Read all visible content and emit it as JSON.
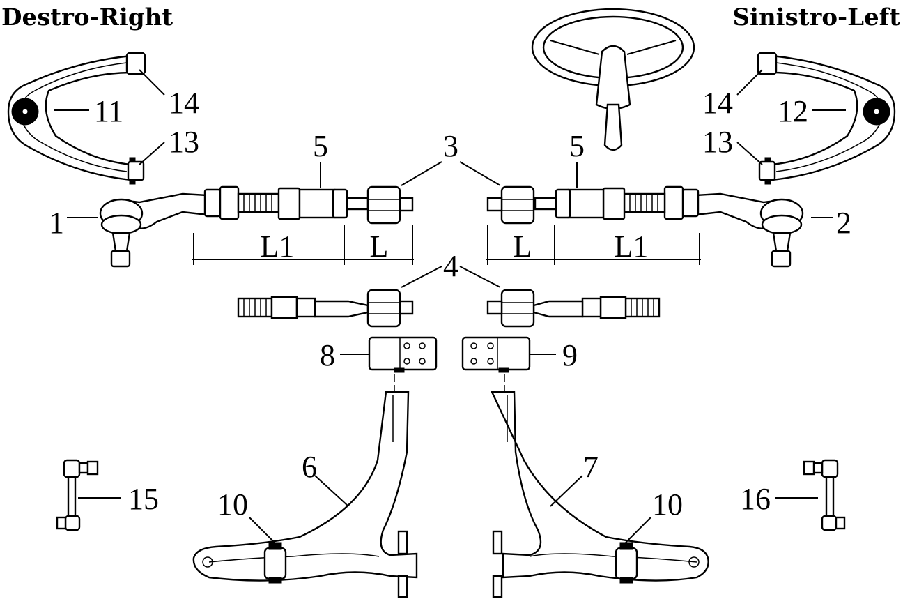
{
  "titles": {
    "right": "Destro-Right",
    "left": "Sinistro-Left"
  },
  "labels": {
    "p1": "1",
    "p2": "2",
    "p3": "3",
    "p4": "4",
    "p5a": "5",
    "p5b": "5",
    "p6": "6",
    "p7": "7",
    "p8": "8",
    "p9": "9",
    "p10a": "10",
    "p10b": "10",
    "p11": "11",
    "p12": "12",
    "p13a": "13",
    "p13b": "13",
    "p14a": "14",
    "p14b": "14",
    "p15": "15",
    "p16": "16"
  },
  "dimensions": {
    "l1_right": "L1",
    "l_right": "L",
    "l_left": "L",
    "l1_left": "L1"
  },
  "colors": {
    "line": "#000000",
    "fill": "#ffffff"
  },
  "icons": [
    "steering-wheel-icon"
  ]
}
